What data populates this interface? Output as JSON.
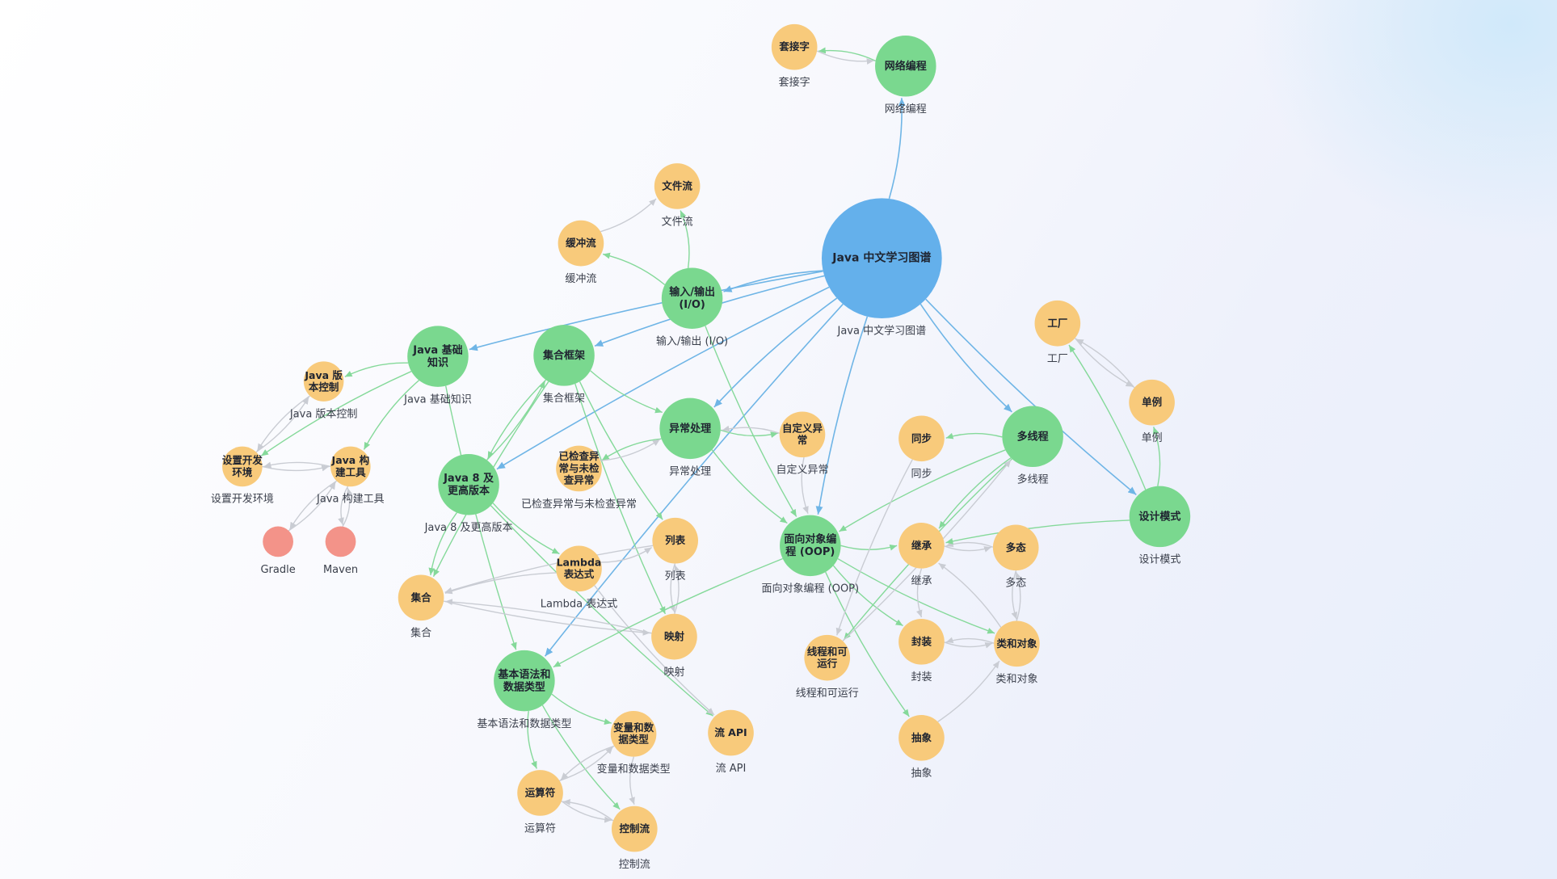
{
  "colors": {
    "root": "#64b0eb",
    "category": "#7ad88f",
    "topic": "#f8ca7b",
    "tool": "#f39389",
    "edge_root": "#6fb5e6",
    "edge_category": "#85d99a",
    "edge_topic": "#c9ccd3"
  },
  "nodes": [
    {
      "id": "root",
      "label": "Java 中文学习图谱",
      "caption": "Java 中文学习图谱",
      "kind": "root"
    },
    {
      "id": "network",
      "label": "网络编程",
      "caption": "网络编程",
      "kind": "category"
    },
    {
      "id": "socket",
      "label": "套接字",
      "caption": "套接字",
      "kind": "topic"
    },
    {
      "id": "io",
      "label": "输入/输出 (I/O)",
      "caption": "输入/输出 (I/O)",
      "kind": "category"
    },
    {
      "id": "filestream",
      "label": "文件流",
      "caption": "文件流",
      "kind": "topic"
    },
    {
      "id": "bufstream",
      "label": "缓冲流",
      "caption": "缓冲流",
      "kind": "topic"
    },
    {
      "id": "basics",
      "label": "Java 基础知识",
      "caption": "Java 基础知识",
      "kind": "category"
    },
    {
      "id": "collections",
      "label": "集合框架",
      "caption": "集合框架",
      "kind": "category"
    },
    {
      "id": "version",
      "label": "Java 版本控制",
      "caption": "Java 版本控制",
      "kind": "topic"
    },
    {
      "id": "setupenv",
      "label": "设置开发环境",
      "caption": "设置开发环境",
      "kind": "topic"
    },
    {
      "id": "buildtools",
      "label": "Java 构建工具",
      "caption": "Java 构建工具",
      "kind": "topic"
    },
    {
      "id": "gradle",
      "label": "",
      "caption": "Gradle",
      "kind": "tool"
    },
    {
      "id": "maven",
      "label": "",
      "caption": "Maven",
      "kind": "tool"
    },
    {
      "id": "java8",
      "label": "Java 8 及更高版本",
      "caption": "Java 8 及更高版本",
      "kind": "category"
    },
    {
      "id": "exceptions",
      "label": "异常处理",
      "caption": "异常处理",
      "kind": "category"
    },
    {
      "id": "customex",
      "label": "自定义异常",
      "caption": "自定义异常",
      "kind": "topic"
    },
    {
      "id": "checkedex",
      "label": "已检查异常与未检查异常",
      "caption": "已检查异常与未检查异常",
      "kind": "topic"
    },
    {
      "id": "list",
      "label": "列表",
      "caption": "列表",
      "kind": "topic"
    },
    {
      "id": "lambda",
      "label": "Lambda 表达式",
      "caption": "Lambda 表达式",
      "kind": "topic"
    },
    {
      "id": "set",
      "label": "集合",
      "caption": "集合",
      "kind": "topic"
    },
    {
      "id": "map",
      "label": "映射",
      "caption": "映射",
      "kind": "topic"
    },
    {
      "id": "syntax",
      "label": "基本语法和数据类型",
      "caption": "基本语法和数据类型",
      "kind": "category"
    },
    {
      "id": "vars",
      "label": "变量和数据类型",
      "caption": "变量和数据类型",
      "kind": "topic"
    },
    {
      "id": "operators",
      "label": "运算符",
      "caption": "运算符",
      "kind": "topic"
    },
    {
      "id": "controlflow",
      "label": "控制流",
      "caption": "控制流",
      "kind": "topic"
    },
    {
      "id": "streamapi",
      "label": "流 API",
      "caption": "流 API",
      "kind": "topic"
    },
    {
      "id": "oop",
      "label": "面向对象编程 (OOP)",
      "caption": "面向对象编程 (OOP)",
      "kind": "category"
    },
    {
      "id": "threads",
      "label": "多线程",
      "caption": "多线程",
      "kind": "category"
    },
    {
      "id": "sync",
      "label": "同步",
      "caption": "同步",
      "kind": "topic"
    },
    {
      "id": "inherit",
      "label": "继承",
      "caption": "继承",
      "kind": "topic"
    },
    {
      "id": "poly",
      "label": "多态",
      "caption": "多态",
      "kind": "topic"
    },
    {
      "id": "encap",
      "label": "封装",
      "caption": "封装",
      "kind": "topic"
    },
    {
      "id": "classobj",
      "label": "类和对象",
      "caption": "类和对象",
      "kind": "topic"
    },
    {
      "id": "runnable",
      "label": "线程和可运行",
      "caption": "线程和可运行",
      "kind": "topic"
    },
    {
      "id": "abstract",
      "label": "抽象",
      "caption": "抽象",
      "kind": "topic"
    },
    {
      "id": "patterns",
      "label": "设计模式",
      "caption": "设计模式",
      "kind": "category"
    },
    {
      "id": "factory",
      "label": "工厂",
      "caption": "工厂",
      "kind": "topic"
    },
    {
      "id": "singleton",
      "label": "单例",
      "caption": "单例",
      "kind": "topic"
    }
  ],
  "edges": [
    [
      "root",
      "network"
    ],
    [
      "root",
      "io"
    ],
    [
      "root",
      "basics"
    ],
    [
      "root",
      "collections"
    ],
    [
      "root",
      "java8"
    ],
    [
      "root",
      "exceptions"
    ],
    [
      "root",
      "syntax"
    ],
    [
      "root",
      "oop"
    ],
    [
      "root",
      "threads"
    ],
    [
      "root",
      "patterns"
    ],
    [
      "network",
      "socket"
    ],
    [
      "socket",
      "network"
    ],
    [
      "io",
      "filestream"
    ],
    [
      "io",
      "bufstream"
    ],
    [
      "bufstream",
      "filestream"
    ],
    [
      "io",
      "oop"
    ],
    [
      "basics",
      "version"
    ],
    [
      "basics",
      "setupenv"
    ],
    [
      "basics",
      "buildtools"
    ],
    [
      "basics",
      "syntax"
    ],
    [
      "version",
      "setupenv"
    ],
    [
      "setupenv",
      "version"
    ],
    [
      "setupenv",
      "buildtools"
    ],
    [
      "buildtools",
      "setupenv"
    ],
    [
      "buildtools",
      "gradle"
    ],
    [
      "buildtools",
      "maven"
    ],
    [
      "gradle",
      "buildtools"
    ],
    [
      "maven",
      "buildtools"
    ],
    [
      "collections",
      "list"
    ],
    [
      "collections",
      "set"
    ],
    [
      "collections",
      "map"
    ],
    [
      "collections",
      "java8"
    ],
    [
      "collections",
      "exceptions"
    ],
    [
      "java8",
      "lambda"
    ],
    [
      "java8",
      "streamapi"
    ],
    [
      "java8",
      "set"
    ],
    [
      "java8",
      "collections"
    ],
    [
      "exceptions",
      "customex"
    ],
    [
      "exceptions",
      "checkedex"
    ],
    [
      "checkedex",
      "exceptions"
    ],
    [
      "customex",
      "exceptions"
    ],
    [
      "exceptions",
      "oop"
    ],
    [
      "customex",
      "oop"
    ],
    [
      "lambda",
      "list"
    ],
    [
      "lambda",
      "set"
    ],
    [
      "lambda",
      "streamapi"
    ],
    [
      "list",
      "map"
    ],
    [
      "map",
      "list"
    ],
    [
      "list",
      "set"
    ],
    [
      "map",
      "set"
    ],
    [
      "set",
      "map"
    ],
    [
      "syntax",
      "vars"
    ],
    [
      "syntax",
      "operators"
    ],
    [
      "syntax",
      "controlflow"
    ],
    [
      "vars",
      "operators"
    ],
    [
      "operators",
      "vars"
    ],
    [
      "vars",
      "controlflow"
    ],
    [
      "operators",
      "controlflow"
    ],
    [
      "controlflow",
      "operators"
    ],
    [
      "oop",
      "syntax"
    ],
    [
      "oop",
      "inherit"
    ],
    [
      "oop",
      "encap"
    ],
    [
      "oop",
      "classobj"
    ],
    [
      "oop",
      "abstract"
    ],
    [
      "inherit",
      "poly"
    ],
    [
      "poly",
      "inherit"
    ],
    [
      "poly",
      "classobj"
    ],
    [
      "classobj",
      "poly"
    ],
    [
      "encap",
      "classobj"
    ],
    [
      "classobj",
      "encap"
    ],
    [
      "abstract",
      "classobj"
    ],
    [
      "classobj",
      "inherit"
    ],
    [
      "inherit",
      "encap"
    ],
    [
      "threads",
      "sync"
    ],
    [
      "threads",
      "runnable"
    ],
    [
      "threads",
      "oop"
    ],
    [
      "threads",
      "inherit"
    ],
    [
      "sync",
      "runnable"
    ],
    [
      "runnable",
      "threads"
    ],
    [
      "patterns",
      "factory"
    ],
    [
      "patterns",
      "singleton"
    ],
    [
      "factory",
      "singleton"
    ],
    [
      "singleton",
      "factory"
    ],
    [
      "patterns",
      "inherit"
    ]
  ]
}
